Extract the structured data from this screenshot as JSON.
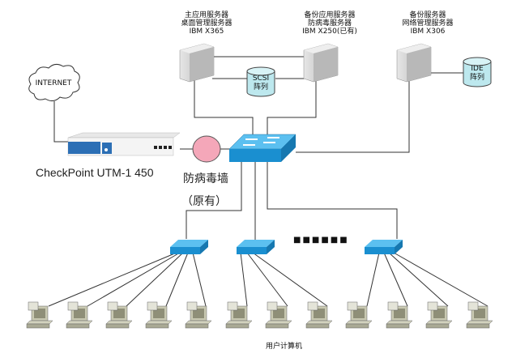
{
  "diagram": {
    "servers": [
      {
        "lines": [
          "主应用服务器",
          "桌面管理服务器",
          "IBM X365"
        ]
      },
      {
        "lines": [
          "备份应用服务器",
          "防病毒服务器",
          "IBM X250(已有)"
        ]
      },
      {
        "lines": [
          "备份服务器",
          "网络管理服务器",
          "IBM X306"
        ]
      }
    ],
    "storage": [
      {
        "lines": [
          "SCSI",
          "阵列"
        ]
      },
      {
        "lines": [
          "IDE",
          "阵列"
        ]
      }
    ],
    "internet_label": "INTERNET",
    "firewall_label": "CheckPoint  UTM-1 450",
    "antivirus_wall": {
      "line1": "防病毒墙",
      "line2": "（原有）"
    },
    "ellipsis": "■■■■■■",
    "clients_caption": "用户计算机",
    "colors": {
      "switch_blue": "#1a8fd0",
      "antivirus_pink": "#f4a7b9",
      "storage_cyan": "#bde8ee"
    }
  }
}
